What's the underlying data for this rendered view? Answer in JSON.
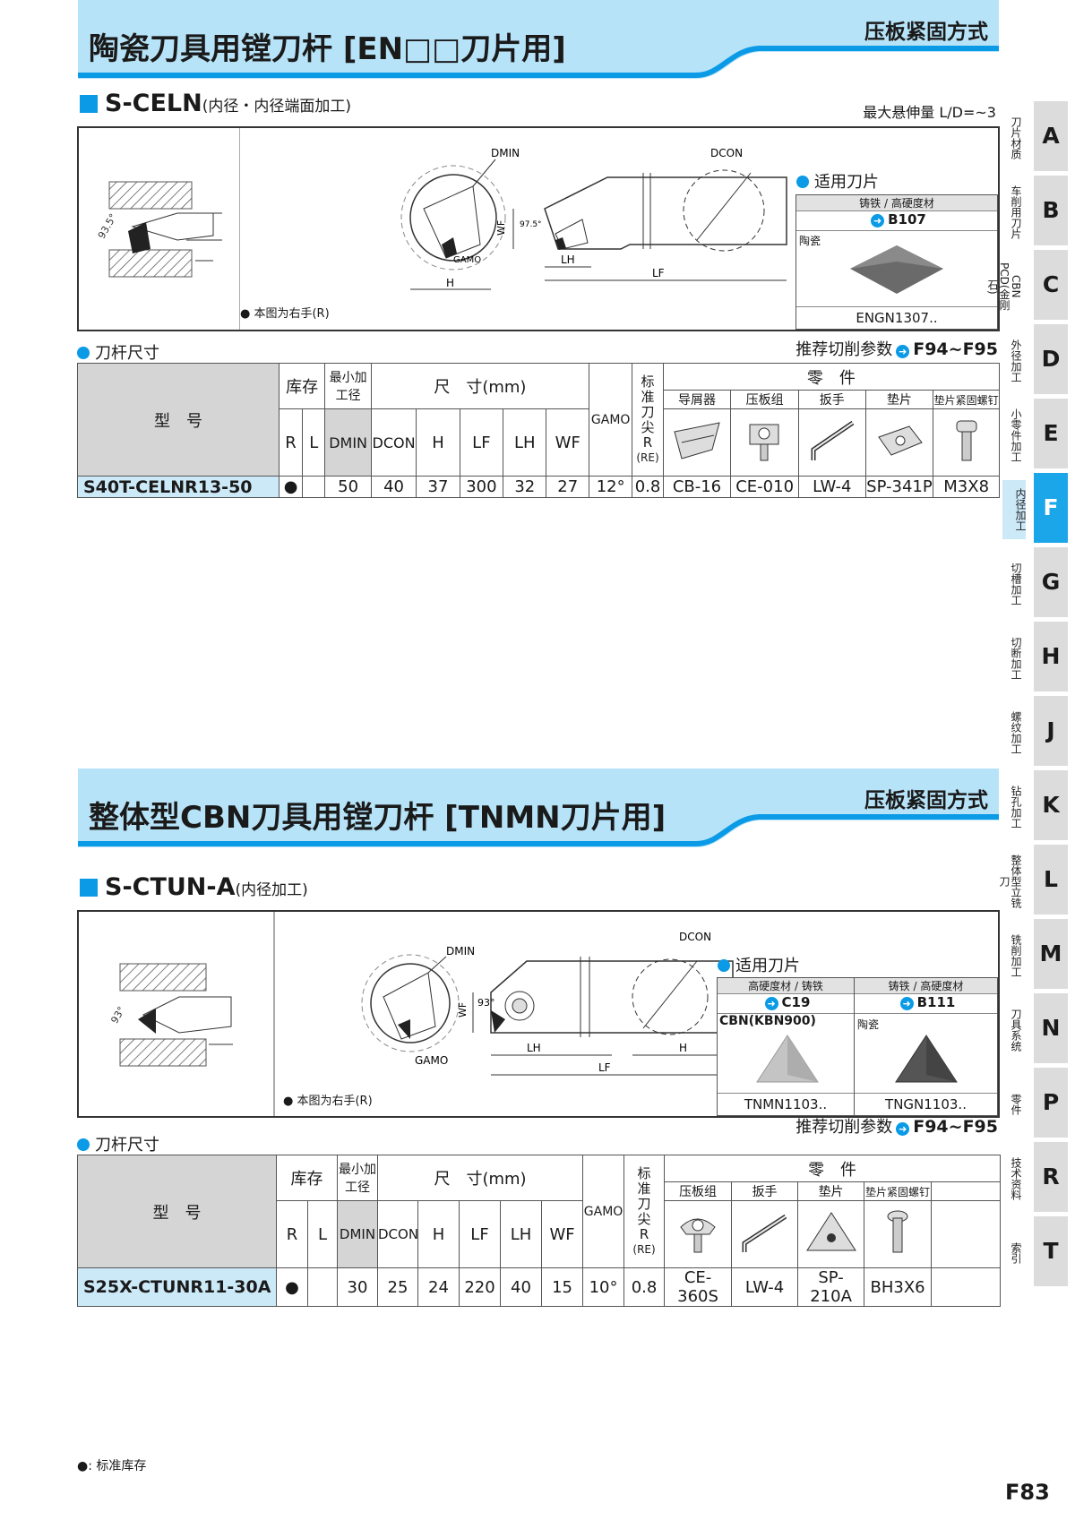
{
  "section1": {
    "title": "陶瓷刀具用镗刀杆 [EN□□刀片用]",
    "clamp": "压板紧固方式",
    "subtitle": "S-CELN",
    "subtitle_note": "(内径・内径端面加工)",
    "ld": "最大悬伸量 L/D=~3",
    "diagram": {
      "labels": [
        "DMIN",
        "DCON",
        "WF",
        "97.5°",
        "GAMO",
        "H",
        "LH",
        "LF",
        "93.5°"
      ],
      "note": "● 本图为右手(R)"
    },
    "insert_title": "适用刀片",
    "insert": {
      "material": "铸铁 / 高硬度材",
      "code": "B107",
      "type": "陶瓷",
      "name": "ENGN1307.."
    },
    "size_label": "刀杆尺寸",
    "ref_label": "推荐切削参数",
    "ref_pages": "F94~F95",
    "headers": {
      "model": "型　号",
      "stock": "库存",
      "dmin_top": "最小加工径",
      "dims": "尺　寸(mm)",
      "gamo": "GAMO",
      "re": [
        "标",
        "准",
        "刀",
        "尖",
        "R",
        "(RE)"
      ],
      "parts": "零　件",
      "r": "R",
      "l": "L",
      "dmin": "DMIN",
      "dcon": "DCON",
      "h": "H",
      "lf": "LF",
      "lh": "LH",
      "wf": "WF",
      "part_names": [
        "导屑器",
        "压板组",
        "扳手",
        "垫片",
        "垫片紧固螺钉"
      ]
    },
    "row": {
      "model": "S40T-CELNR13-50",
      "r": "●",
      "l": "",
      "dmin": "50",
      "dcon": "40",
      "h": "37",
      "lf": "300",
      "lh": "32",
      "wf": "27",
      "gamo": "12°",
      "re": "0.8",
      "parts": [
        "CB-16",
        "CE-010",
        "LW-4",
        "SP-341P",
        "M3X8"
      ]
    }
  },
  "section2": {
    "title": "整体型CBN刀具用镗刀杆 [TNMN刀片用]",
    "clamp": "压板紧固方式",
    "subtitle": "S-CTUN-A",
    "subtitle_note": "(内径加工)",
    "diagram": {
      "labels": [
        "DCON",
        "DMIN",
        "WF",
        "93°",
        "GAMO",
        "LH",
        "H",
        "LF",
        "93°"
      ],
      "note": "● 本图为右手(R)"
    },
    "insert_title": "适用刀片",
    "inserts": [
      {
        "material": "高硬度材 / 铸铁",
        "code": "C19",
        "type": "CBN(KBN900)",
        "name": "TNMN1103.."
      },
      {
        "material": "铸铁 / 高硬度材",
        "code": "B111",
        "type": "陶瓷",
        "name": "TNGN1103.."
      }
    ],
    "size_label": "刀杆尺寸",
    "ref_label": "推荐切削参数",
    "ref_pages": "F94~F95",
    "headers": {
      "model": "型　号",
      "stock": "库存",
      "dmin_top": "最小加工径",
      "dims": "尺　寸(mm)",
      "gamo": "GAMO",
      "re": [
        "标",
        "准",
        "刀",
        "尖",
        "R",
        "(RE)"
      ],
      "parts": "零　件",
      "r": "R",
      "l": "L",
      "dmin": "DMIN",
      "dcon": "DCON",
      "h": "H",
      "lf": "LF",
      "lh": "LH",
      "wf": "WF",
      "part_names": [
        "压板组",
        "扳手",
        "垫片",
        "垫片紧固螺钉"
      ]
    },
    "row": {
      "model": "S25X-CTUNR11-30A",
      "r": "●",
      "l": "",
      "dmin": "30",
      "dcon": "25",
      "h": "24",
      "lf": "220",
      "lh": "40",
      "wf": "15",
      "gamo": "10°",
      "re": "0.8",
      "parts": [
        "CE-360S",
        "LW-4",
        "SP-210A",
        "BH3X6"
      ]
    }
  },
  "footer": {
    "legend": "●: 标准库存",
    "page": "F83"
  },
  "tabs": [
    {
      "letter": "A",
      "label": "刀片材质"
    },
    {
      "letter": "B",
      "label": "车削用刀片"
    },
    {
      "letter": "C",
      "label": "CBN PCD(金刚石)"
    },
    {
      "letter": "D",
      "label": "外径加工"
    },
    {
      "letter": "E",
      "label": "小零件加工"
    },
    {
      "letter": "F",
      "label": "内径加工"
    },
    {
      "letter": "G",
      "label": "切槽加工"
    },
    {
      "letter": "H",
      "label": "切断加工"
    },
    {
      "letter": "J",
      "label": "螺纹加工"
    },
    {
      "letter": "K",
      "label": "钻孔加工"
    },
    {
      "letter": "L",
      "label": "整体型立铣刀"
    },
    {
      "letter": "M",
      "label": "铣削加工"
    },
    {
      "letter": "N",
      "label": "刀具系统"
    },
    {
      "letter": "P",
      "label": "零件"
    },
    {
      "letter": "R",
      "label": "技术资料"
    },
    {
      "letter": "T",
      "label": "索引"
    }
  ],
  "colors": {
    "accent": "#0a9ae6",
    "band": "#b7e3f8",
    "model_cell": "#cce9f8",
    "tab_active": "#1aa6e8"
  }
}
